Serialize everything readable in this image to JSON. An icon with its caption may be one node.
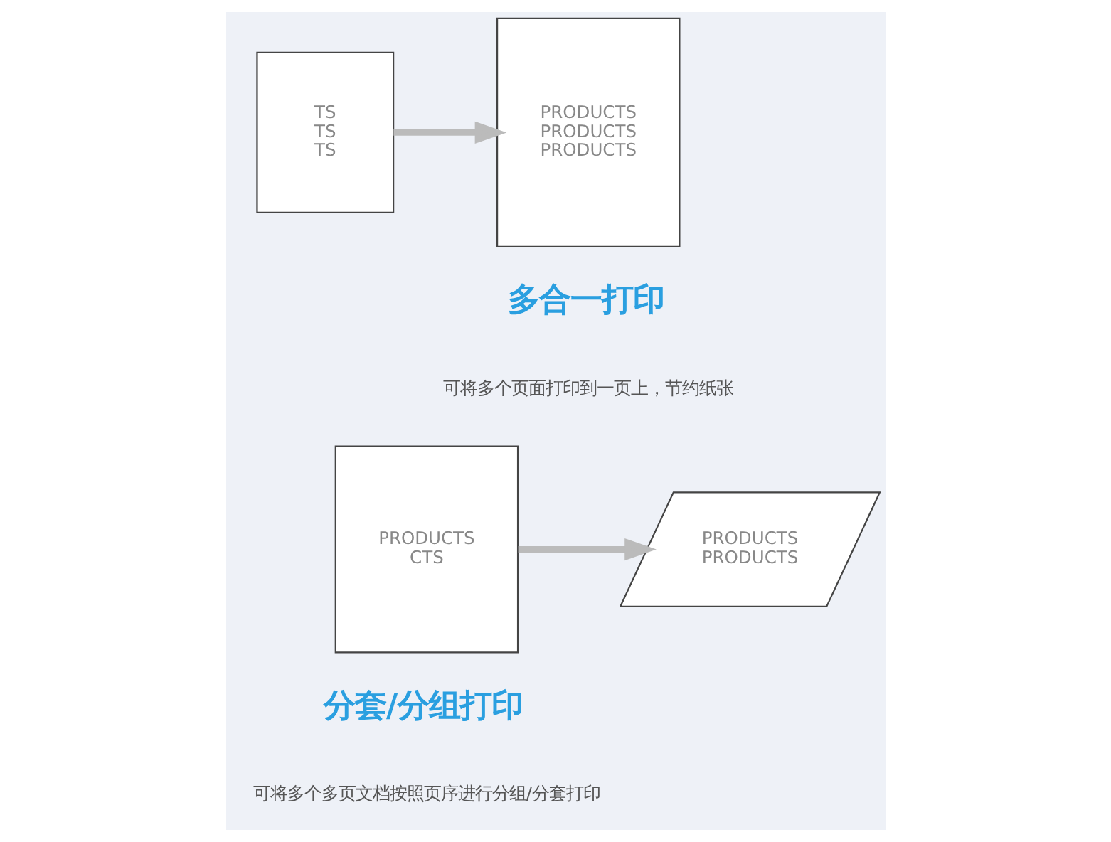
{
  "diagram": {
    "nodes": [
      {
        "text": [
          "TS",
          "TS",
          "TS"
        ]
      },
      {
        "text": [
          "PRODUCTS",
          "PRODUCTS",
          "PRODUCTS"
        ]
      },
      {
        "text": [
          "PRODUCTS",
          "CTS"
        ]
      },
      {
        "text": [
          "PRODUCTS",
          "PRODUCTS"
        ]
      }
    ],
    "edges": [
      {
        "from": 0,
        "to": 1,
        "arrow": "to"
      },
      {
        "from": 2,
        "to": 3,
        "arrow": "to"
      }
    ],
    "labels": [
      "多合一打印",
      "可将多个页面打印到一页上，节约纸张",
      "分套/分组打印",
      "可将多个多页文档按照页序进行分组/分套打印"
    ]
  }
}
